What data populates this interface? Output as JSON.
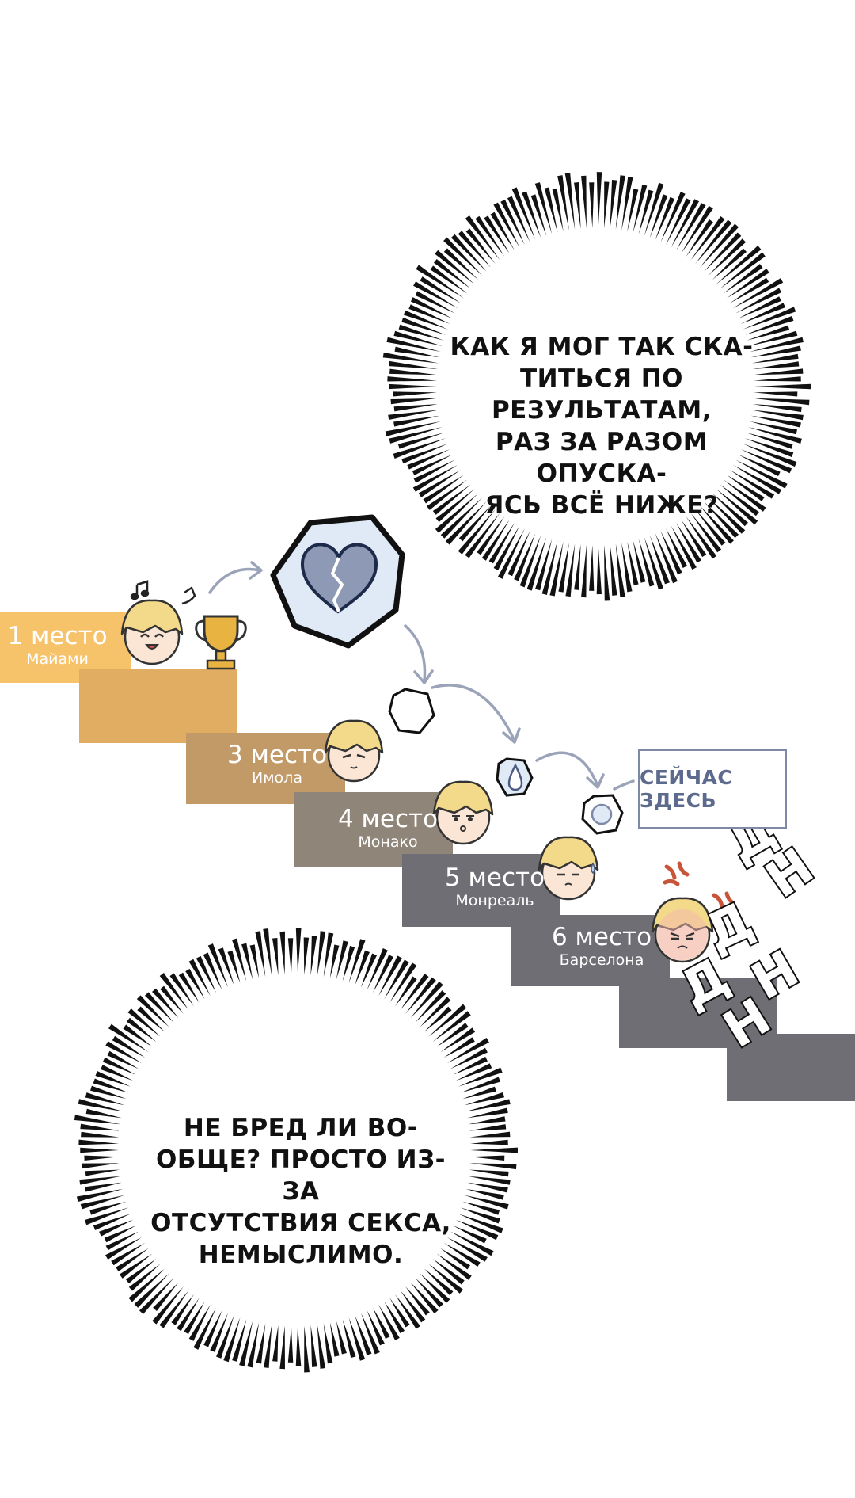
{
  "bubbles": {
    "top": {
      "lines": [
        "КАК Я МОГ ТАК СКА-",
        "ТИТЬСЯ ПО РЕЗУЛЬТАТАМ,",
        "РАЗ ЗА РАЗОМ ОПУСКА-",
        "ЯСЬ ВСЁ НИЖЕ?"
      ]
    },
    "bottom": {
      "lines": [
        "НЕ БРЕД ЛИ ВО-",
        "ОБЩЕ? ПРОСТО ИЗ-ЗА",
        "ОТСУТСТВИЯ СЕКСА,",
        "НЕМЫСЛИМО."
      ]
    }
  },
  "steps": [
    {
      "place": "1 место",
      "city": "Майами",
      "color": "#f7c36a"
    },
    {
      "place": "3 место",
      "city": "Имола",
      "color": "#e0ad63"
    },
    {
      "place": "4 место",
      "city": "Монако",
      "color": "#c19a67"
    },
    {
      "place": "5 место",
      "city": "Монреаль",
      "color": "#8f8579"
    },
    {
      "place": "6 место",
      "city": "Барселона",
      "color": "#6e6e74"
    }
  ],
  "stair_tail_color": "#6e6e74",
  "now_here": "СЕЙЧАС ЗДЕСЬ",
  "sfx": [
    "Д",
    "Н",
    "Д",
    "Н",
    "Д",
    "Н"
  ],
  "colors": {
    "arrow": "#9aa3b8",
    "heart_fill": "#8e9ab5",
    "badge_bg": "#dfeaf6",
    "box_border": "#7d89a6",
    "box_text": "#5c6a8e",
    "angry": "#c8553a"
  }
}
